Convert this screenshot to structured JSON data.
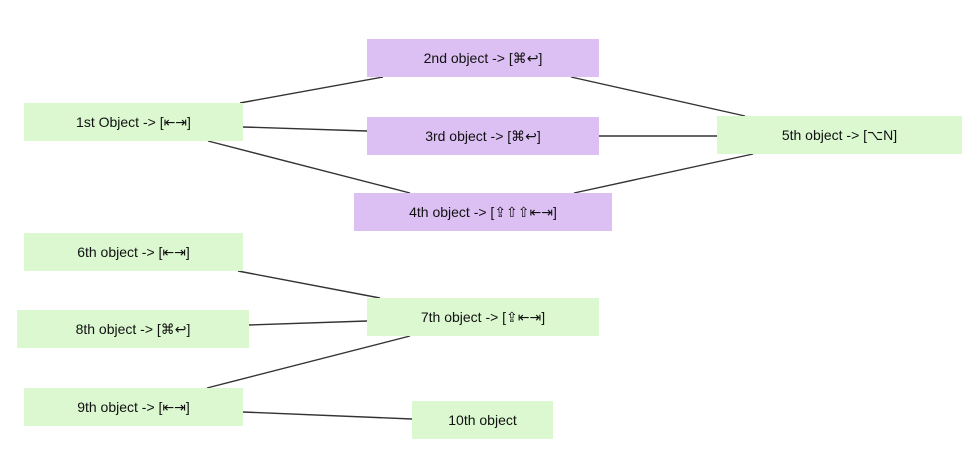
{
  "diagram": {
    "nodes": [
      {
        "id": "n1",
        "label": "1st Object -> [⇤⇥]",
        "color": "#dbf8d0"
      },
      {
        "id": "n2",
        "label": "2nd object -> [⌘↩]",
        "color": "#dcbff3"
      },
      {
        "id": "n3",
        "label": "3rd object -> [⌘↩]",
        "color": "#dcbff3"
      },
      {
        "id": "n4",
        "label": "4th object -> [⇪⇧⇧⇤⇥]",
        "color": "#dcbff3"
      },
      {
        "id": "n5",
        "label": "5th object -> [⌥N]",
        "color": "#dbf8d0"
      },
      {
        "id": "n6",
        "label": "6th object -> [⇤⇥]",
        "color": "#dbf8d0"
      },
      {
        "id": "n7",
        "label": "7th object -> [⇪⇤⇥]",
        "color": "#dbf8d0"
      },
      {
        "id": "n8",
        "label": "8th object -> [⌘↩]",
        "color": "#dbf8d0"
      },
      {
        "id": "n9",
        "label": "9th object -> [⇤⇥]",
        "color": "#dbf8d0"
      },
      {
        "id": "n10",
        "label": "10th object",
        "color": "#dbf8d0"
      }
    ],
    "edges": [
      {
        "from": "n1",
        "to": "n2"
      },
      {
        "from": "n1",
        "to": "n3"
      },
      {
        "from": "n1",
        "to": "n4"
      },
      {
        "from": "n2",
        "to": "n5"
      },
      {
        "from": "n3",
        "to": "n5"
      },
      {
        "from": "n4",
        "to": "n5"
      },
      {
        "from": "n6",
        "to": "n7"
      },
      {
        "from": "n8",
        "to": "n7"
      },
      {
        "from": "n9",
        "to": "n7"
      },
      {
        "from": "n9",
        "to": "n10"
      }
    ],
    "edge_color": "#333333"
  }
}
